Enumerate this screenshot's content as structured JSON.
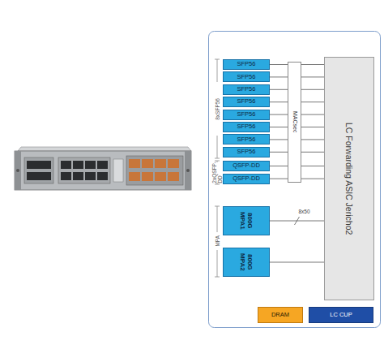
{
  "diagram": {
    "nodes": [
      {
        "text": [
          "SFP56"
        ]
      },
      {
        "text": [
          "SFP56"
        ]
      },
      {
        "text": [
          "SFP56"
        ]
      },
      {
        "text": [
          "SFP56"
        ]
      },
      {
        "text": [
          "SFP56"
        ]
      },
      {
        "text": [
          "SFP56"
        ]
      },
      {
        "text": [
          "SFP56"
        ]
      },
      {
        "text": [
          "SFP56"
        ]
      },
      {
        "text": [
          "QSFP-DD"
        ]
      },
      {
        "text": [
          "QSFP-DD"
        ]
      },
      {
        "text": [
          "MACsec"
        ]
      },
      {
        "text": [
          "800G MPA1"
        ]
      },
      {
        "text": [
          "800G MPA2"
        ]
      },
      {
        "text": [
          "LC Forwarding ASIC Jericho2"
        ]
      },
      {
        "text": [
          "DRAM"
        ]
      },
      {
        "text": [
          "LC CUP"
        ]
      }
    ],
    "edges": [
      {
        "from": 0,
        "to": 10,
        "arrow": "none"
      },
      {
        "from": 1,
        "to": 10,
        "arrow": "none"
      },
      {
        "from": 2,
        "to": 10,
        "arrow": "none"
      },
      {
        "from": 3,
        "to": 10,
        "arrow": "none"
      },
      {
        "from": 4,
        "to": 10,
        "arrow": "none"
      },
      {
        "from": 5,
        "to": 10,
        "arrow": "none"
      },
      {
        "from": 6,
        "to": 10,
        "arrow": "none"
      },
      {
        "from": 7,
        "to": 10,
        "arrow": "none"
      },
      {
        "from": 8,
        "to": 10,
        "arrow": "none"
      },
      {
        "from": 9,
        "to": 10,
        "arrow": "none"
      },
      {
        "from": 10,
        "to": 13,
        "arrow": "none"
      },
      {
        "from": 11,
        "to": 13,
        "arrow": "none",
        "label": "8x50"
      },
      {
        "from": 12,
        "to": 13,
        "arrow": "none"
      }
    ],
    "labels": [
      "8xSFP56",
      "2xQSFP-DD",
      "MPA"
    ]
  }
}
